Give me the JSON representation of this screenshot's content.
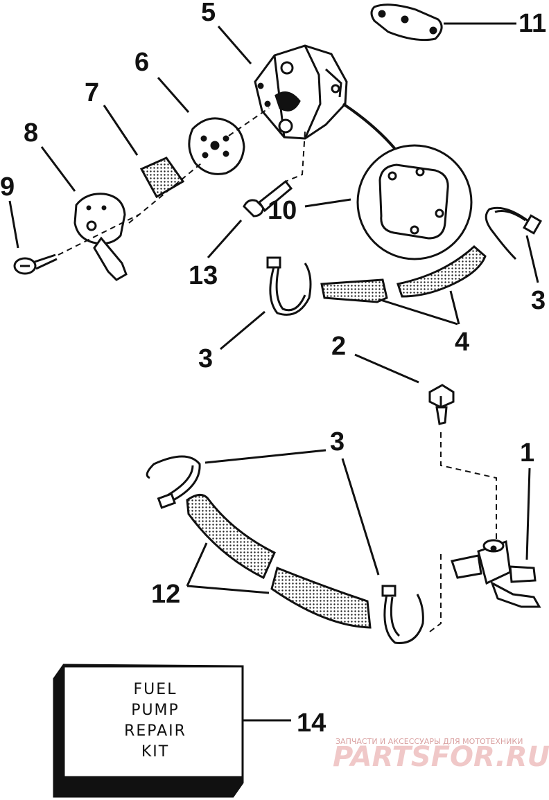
{
  "callouts": [
    {
      "id": "1",
      "label": "1"
    },
    {
      "id": "2",
      "label": "2"
    },
    {
      "id": "3a",
      "label": "3"
    },
    {
      "id": "3b",
      "label": "3"
    },
    {
      "id": "3c",
      "label": "3"
    },
    {
      "id": "4",
      "label": "4"
    },
    {
      "id": "5",
      "label": "5"
    },
    {
      "id": "6",
      "label": "6"
    },
    {
      "id": "7",
      "label": "7"
    },
    {
      "id": "8",
      "label": "8"
    },
    {
      "id": "9",
      "label": "9"
    },
    {
      "id": "10",
      "label": "10"
    },
    {
      "id": "11",
      "label": "11"
    },
    {
      "id": "12",
      "label": "12"
    },
    {
      "id": "13",
      "label": "13"
    },
    {
      "id": "14",
      "label": "14"
    }
  ],
  "kit_box": {
    "lines": [
      "FUEL",
      "PUMP",
      "REPAIR",
      "KIT"
    ]
  },
  "watermark": {
    "small_text": "ЗАПЧАСТИ И АКСЕССУАРЫ ДЛЯ МОТОТЕХНИКИ",
    "brand_text": "PARTSFOR.RU"
  }
}
